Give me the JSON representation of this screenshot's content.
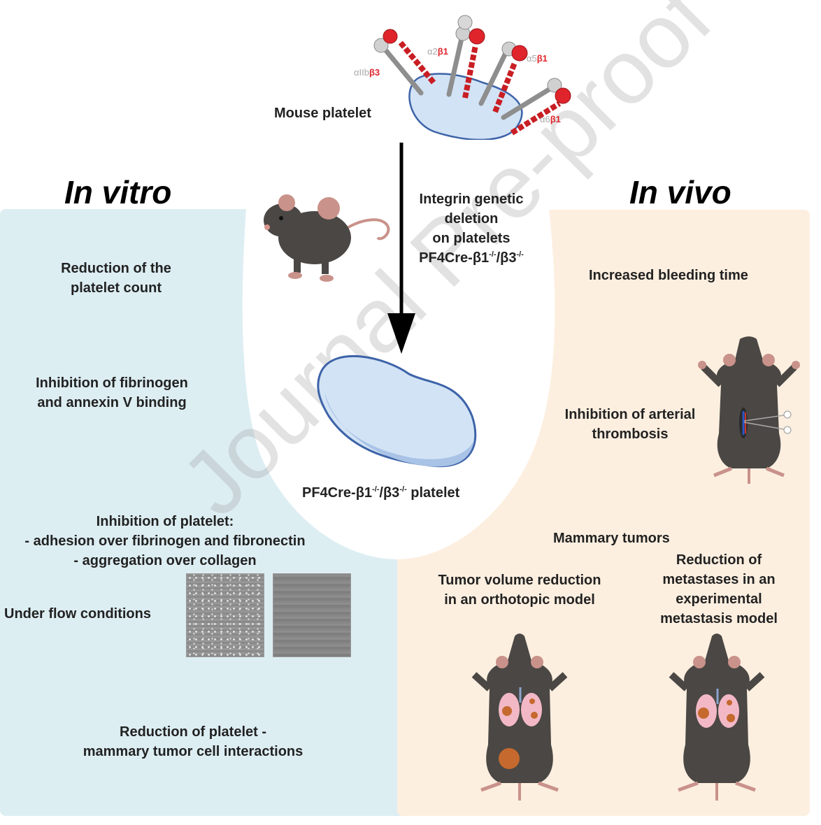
{
  "colors": {
    "in_vitro_panel": "#ddeef3",
    "in_vivo_panel": "#fdefe0",
    "platelet_fill": "#d2e3f5",
    "platelet_stroke": "#3d63a8",
    "alpha_subunit": "#a9a9a9",
    "beta_subunit": "#e0242b",
    "mouse_body": "#4a4744"
  },
  "top": {
    "mouse_platelet_label": "Mouse platelet",
    "integrins": [
      {
        "alpha": "αIIb",
        "beta": "β3"
      },
      {
        "alpha": "α2",
        "beta": "β1"
      },
      {
        "alpha": "α5",
        "beta": "β1"
      },
      {
        "alpha": "α6",
        "beta": "β1"
      }
    ],
    "arrow_label_lines": [
      "Integrin genetic",
      "deletion",
      "on platelets"
    ],
    "genotype_prefix": "PF4Cre-β1",
    "genotype_mid": "/β3",
    "knockout_sup": "-/-",
    "ko_platelet_suffix": " platelet"
  },
  "in_vitro": {
    "heading": "In vitro",
    "items": [
      {
        "lines": [
          "Reduction of the",
          "platelet count"
        ]
      },
      {
        "lines": [
          "Inhibition of fibrinogen",
          "and annexin V binding"
        ]
      },
      {
        "lines": [
          "Inhibition of platelet:",
          "- adhesion over fibrinogen and fibronectin",
          "- aggregation over collagen"
        ]
      },
      {
        "lines": [
          "Under flow conditions"
        ]
      },
      {
        "lines": [
          "Reduction of platelet -",
          "mammary tumor cell interactions"
        ]
      }
    ]
  },
  "in_vivo": {
    "heading": "In vivo",
    "bleeding": "Increased bleeding time",
    "thrombosis_lines": [
      "Inhibition of arterial",
      "thrombosis"
    ],
    "mammary_title": "Mammary tumors",
    "orthotopic_lines": [
      "Tumor volume reduction",
      "in an orthotopic model"
    ],
    "metastasis_lines": [
      "Reduction of",
      "metastases in an",
      "experimental",
      "metastasis model"
    ]
  },
  "watermark": "Journal Pre-proof"
}
